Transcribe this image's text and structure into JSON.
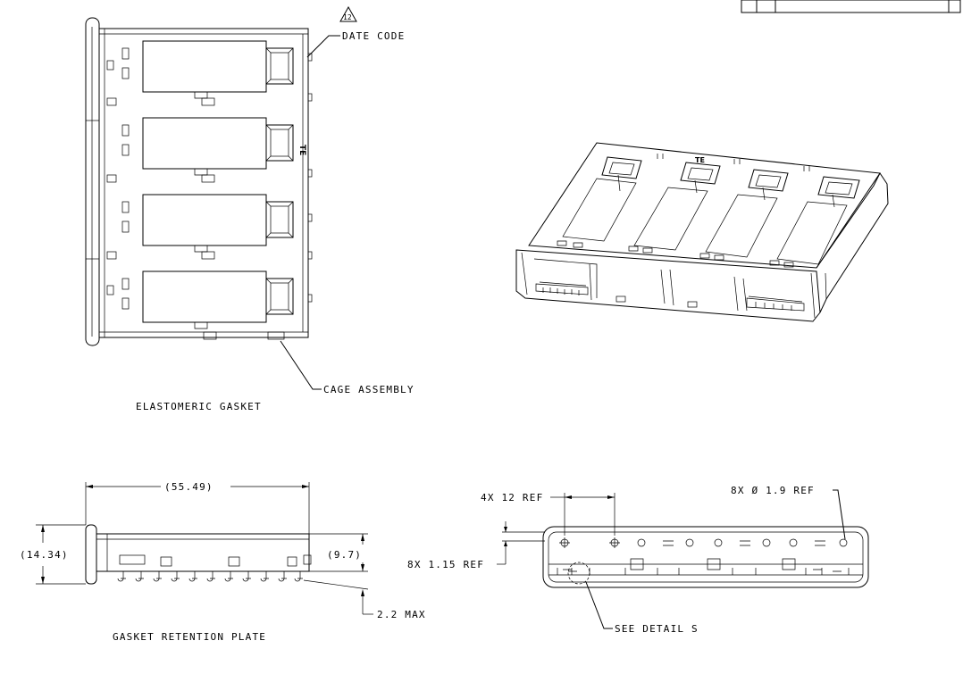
{
  "labels": {
    "revision_mark": "12",
    "date_code": "DATE CODE",
    "cage_assembly": "CAGE ASSEMBLY",
    "elastomeric_gasket": "ELASTOMERIC GASKET",
    "overall_length": "(55.49)",
    "overall_height": "(14.34)",
    "cage_height": "(9.7)",
    "pin_max": "2.2 MAX",
    "gasket_retention_plate": "GASKET RETENTION PLATE",
    "port_pitch": "4X 12 REF",
    "hole_diameter": "8X Ø 1.9 REF",
    "hole_offset": "8X 1.15 REF",
    "see_detail": "SEE DETAIL  S"
  },
  "logo": {
    "text": "TE"
  }
}
